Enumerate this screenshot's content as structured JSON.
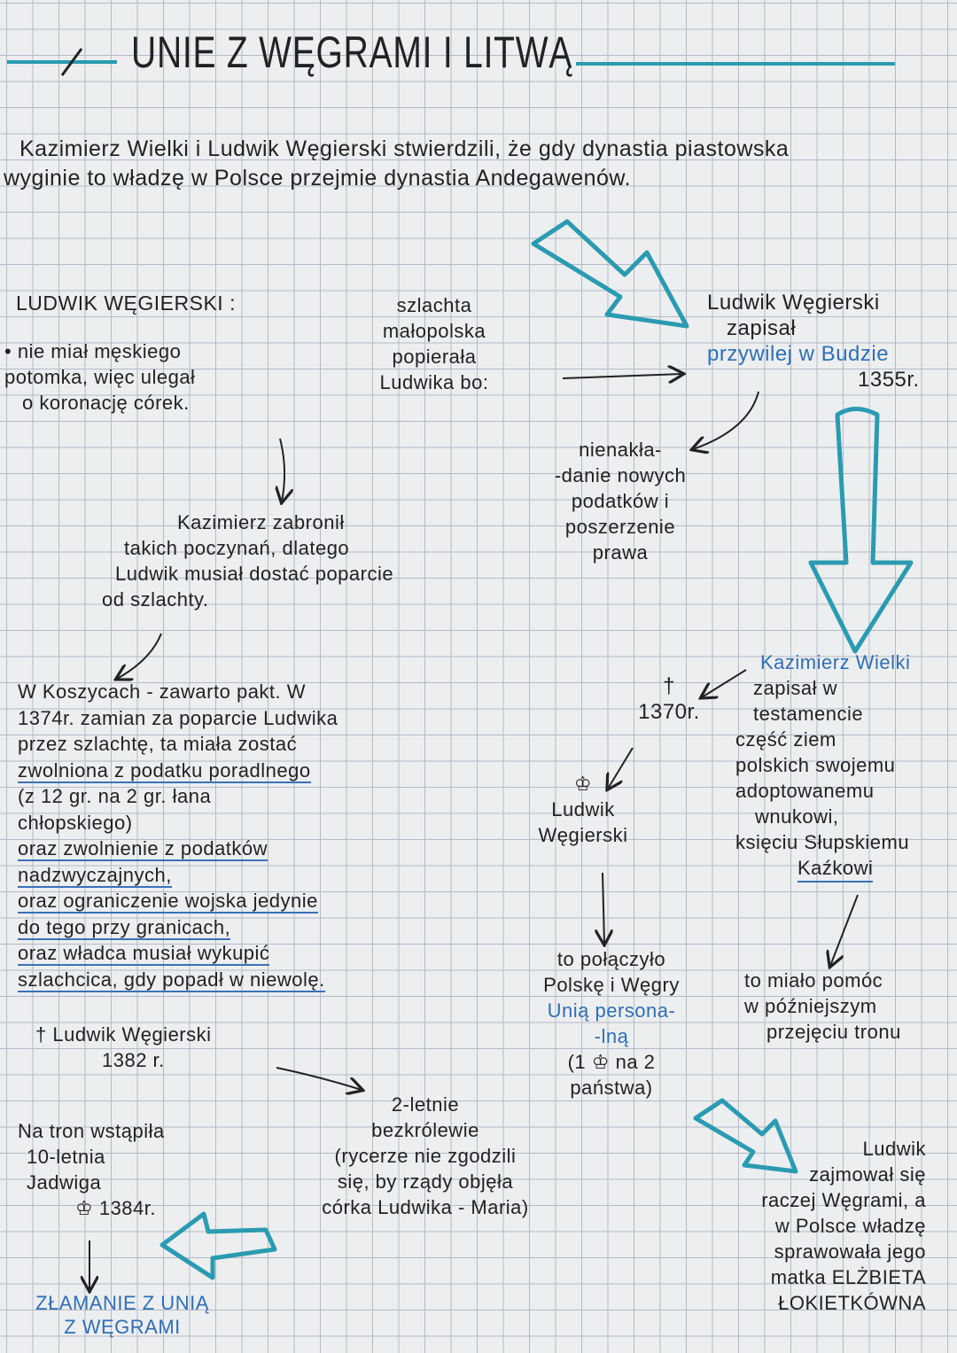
{
  "title": "UNIE Z WĘGRAMI I LITWĄ",
  "colors": {
    "accent": "#2a9bb0",
    "blue_ink": "#2f6fb4",
    "ink": "#222222",
    "grid": "#b4bac6"
  },
  "blocks": {
    "intro": {
      "lines": [
        "Kazimierz Wielki i Ludwik Węgierski stwierdzili, że gdy dynastia piastowska",
        "wyginie to władzę w Polsce przejmie dynastia Andegawenów."
      ]
    },
    "ludwik-heading": {
      "lines": [
        "LUDWIK WĘGIERSKI :"
      ]
    },
    "ludwik-points": {
      "lines": [
        "• nie miał męskiego",
        "potomka, więc ulegał",
        "o koronację córek."
      ]
    },
    "szlachta": {
      "lines": [
        "szlachta",
        "małopolska",
        "popierała",
        "Ludwika bo:"
      ]
    },
    "przywilej": {
      "lines": [
        "Ludwik Węgierski",
        "zapisał",
        "przywilej w Budzie",
        "1355r."
      ],
      "blue": [
        2
      ]
    },
    "nienakladanie": {
      "lines": [
        "nienakła-",
        "-danie nowych",
        "podatków i",
        "poszerzenie",
        "prawa"
      ]
    },
    "zabronil": {
      "lines": [
        "Kazimierz zabronił",
        "takich poczynań, dlatego",
        "Ludwik musiał dostać poparcie",
        "od szlachty."
      ]
    },
    "koszyce": {
      "lines": [
        "W Koszycach - zawarto pakt. W",
        "1374r. zamian za poparcie Ludwika",
        "przez szlachtę, ta miała zostać",
        "zwolniona z podatku poradlnego",
        "(z 12 gr. na 2 gr. łana",
        "chłopskiego)",
        "oraz zwolnienie z podatków",
        "nadzwyczajnych,",
        "oraz ograniczenie wojska jedynie",
        "do tego przy granicach,",
        "oraz władca musiał wykupić",
        "szlachcica, gdy popadł w niewolę."
      ],
      "blue": [],
      "underlined": [
        3,
        6,
        7,
        8,
        9,
        10,
        11
      ]
    },
    "zgon1370": {
      "lines": [
        "†",
        "1370r."
      ]
    },
    "testament": {
      "lines": [
        "Kazimierz Wielki",
        "zapisał w",
        "testamencie",
        "część ziem",
        "polskich swojemu",
        "adoptowanemu",
        "wnukowi,",
        "księciu Słupskiemu",
        "Kaźkowi"
      ],
      "blue": [
        0
      ]
    },
    "ludwik-crown": {
      "lines": [
        "♔",
        "Ludwik",
        "Węgierski"
      ]
    },
    "polaczylo": {
      "lines": [
        "to połączyło",
        "Polskę i Węgry",
        "Unią persona-",
        "-lną",
        "(1 ♔ na 2",
        "państwa)"
      ],
      "blue": [
        2,
        3
      ]
    },
    "pomoc": {
      "lines": [
        "to miało pomóc",
        "w późniejszym",
        "przejęciu tronu"
      ]
    },
    "zgon1382": {
      "lines": [
        "† Ludwik Węgierski",
        "1382 r."
      ]
    },
    "bezkrolewie": {
      "lines": [
        "2-letnie",
        "bezkrólewie",
        "(rycerze nie zgodzili",
        "się, by rządy objęła",
        "córka Ludwika - Maria)"
      ]
    },
    "natron": {
      "lines": [
        "Na tron wstąpiła",
        "10-letnia",
        "Jadwiga",
        "♔ 1384r."
      ]
    },
    "zajmowal": {
      "lines": [
        "Ludwik",
        "zajmował się",
        "raczej Węgrami, a",
        "w Polsce władzę",
        "sprawowała jego",
        "matka ELŻBIETA",
        "ŁOKIETKÓWNA"
      ]
    },
    "zlamanie": {
      "lines": [
        "ZŁAMANIE Z UNIĄ",
        "Z WĘGRAMI"
      ],
      "blue": [
        0,
        1
      ]
    }
  }
}
